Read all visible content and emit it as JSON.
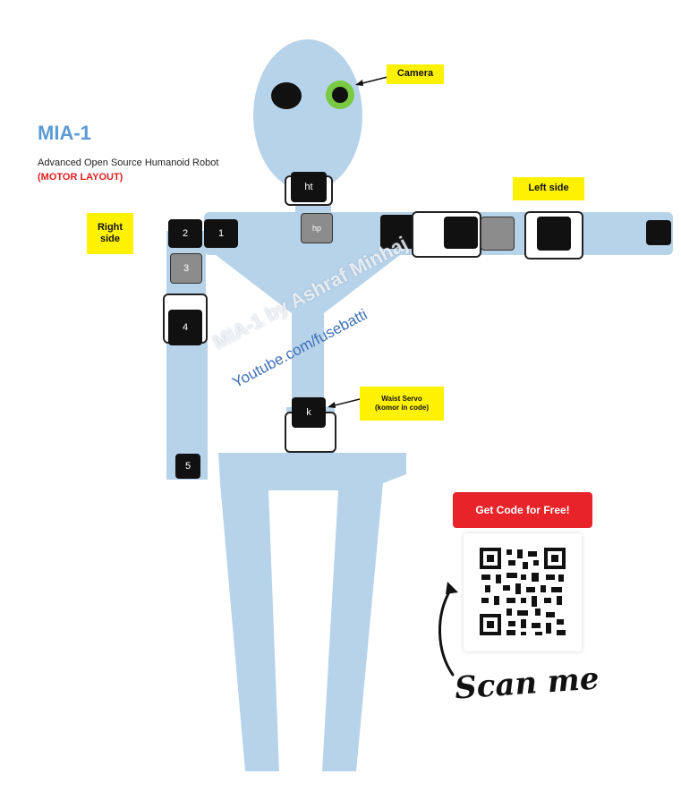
{
  "title": "MIA-1",
  "subtitle": "Advanced Open Source Humanoid Robot",
  "subtitle_layout": "(MOTOR LAYOUT)",
  "labels": {
    "camera": "Camera",
    "left_side": "Left side",
    "right_side": "Right side",
    "waist_title": "Waist Servo",
    "waist_note": "(komor in code)"
  },
  "servos": {
    "ht": "ht",
    "hp": "hp",
    "r1": "1",
    "r2": "2",
    "r3": "3",
    "r4": "4",
    "r5": "5",
    "k": "k"
  },
  "watermark": {
    "author": "MIA-1 by Ashraf Minhaj",
    "channel": "Youtube.com/fusebatti"
  },
  "cta": {
    "get_code": "Get Code for Free!",
    "scan_me": "Scan me"
  },
  "colors": {
    "body": "#b7d3ea",
    "title": "#5b9bd5",
    "label_bg": "#fff200",
    "cta_bg": "#e8242a",
    "servo": "#111111",
    "servo_grey": "#8c8c8c"
  }
}
